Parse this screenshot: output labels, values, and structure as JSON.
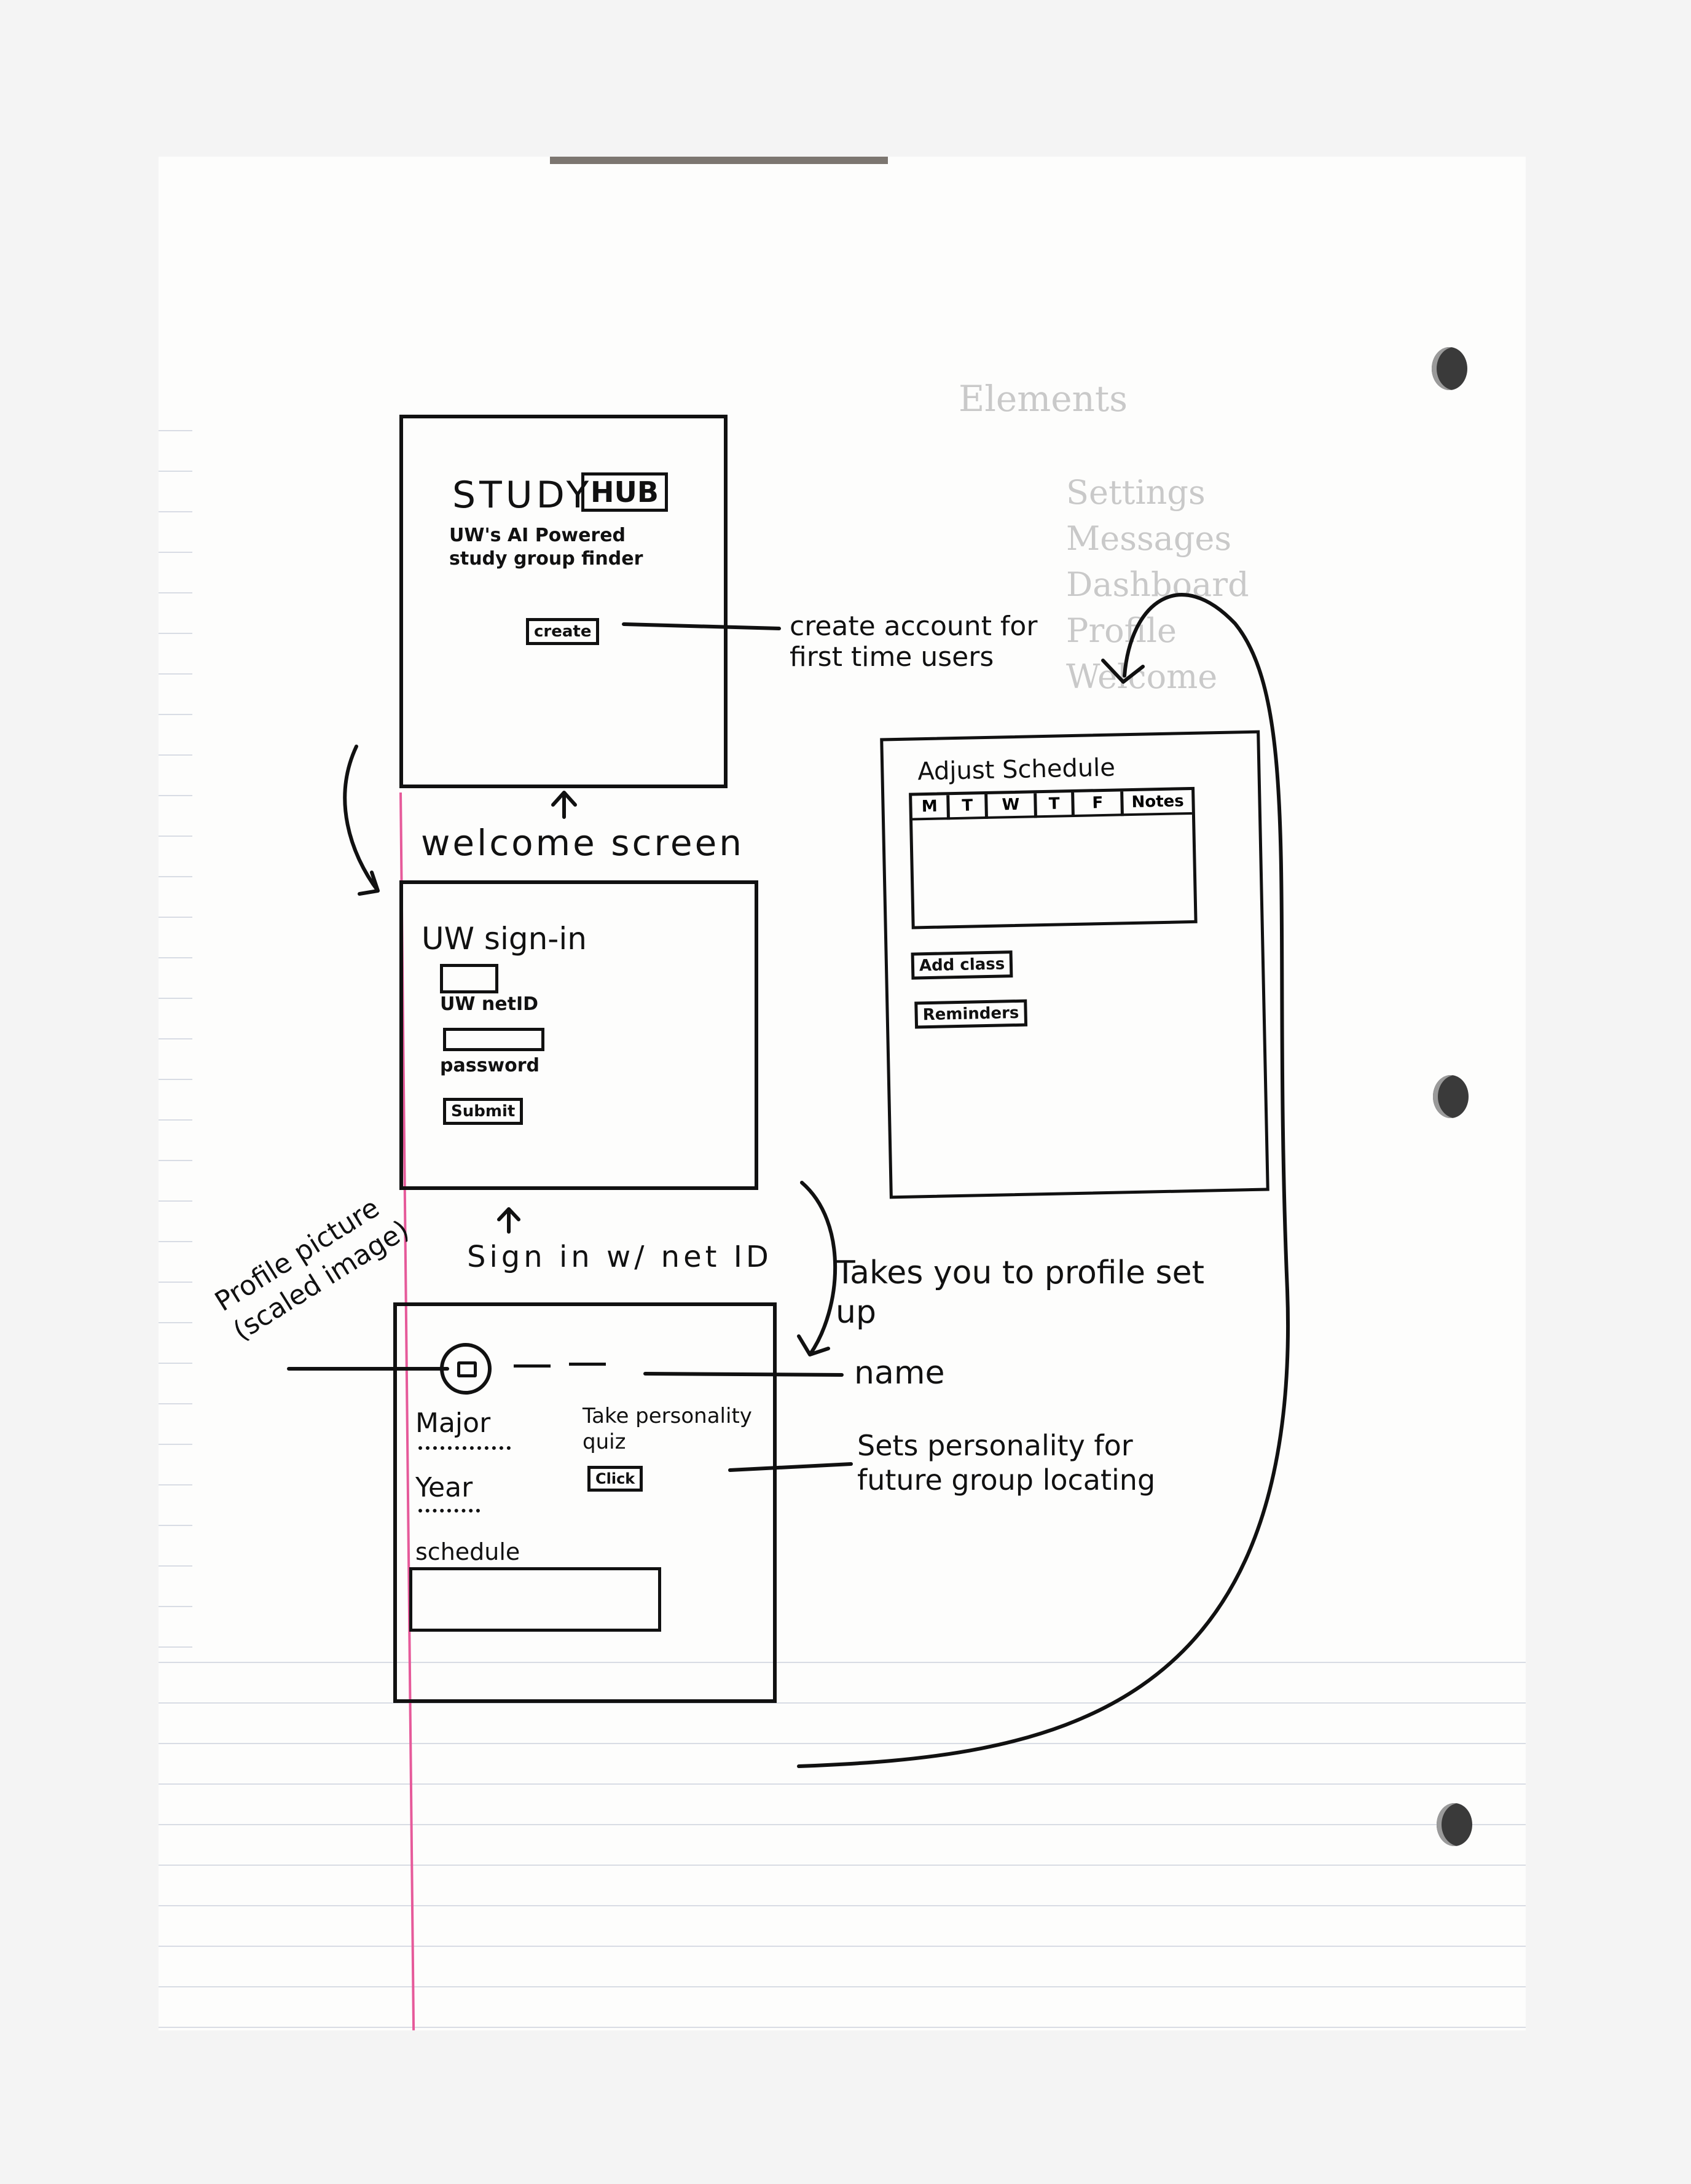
{
  "welcome_screen": {
    "logo_text": "STUDY",
    "logo_box": "HUB",
    "tagline": "UW's AI Powered study group finder",
    "create_button": "create",
    "caption": "welcome screen"
  },
  "signin_screen": {
    "title": "UW sign-in",
    "netid_label": "UW netID",
    "password_label": "password",
    "submit_button": "Submit",
    "caption": "Sign in w/ net ID"
  },
  "profile_screen": {
    "major_label": "Major",
    "year_label": "Year",
    "quiz_label": "Take personality quiz",
    "quiz_button": "Click",
    "schedule_label": "schedule"
  },
  "schedule_screen": {
    "title": "Adjust Schedule",
    "day_headers": [
      "M",
      "T",
      "W",
      "T",
      "F",
      "Notes"
    ],
    "add_class_button": "Add class",
    "reminders_button": "Reminders"
  },
  "annotations": {
    "create_account": "create account for first time users",
    "takes_to_profile": "Takes you to profile set up",
    "name": "name",
    "personality": "Sets personality for future group locating",
    "profile_picture": "Profile picture (scaled image)"
  },
  "faint_background_text": {
    "header": "Elements",
    "items": [
      "Settings",
      "Messages",
      "Dashboard",
      "Profile",
      "Welcome"
    ]
  }
}
